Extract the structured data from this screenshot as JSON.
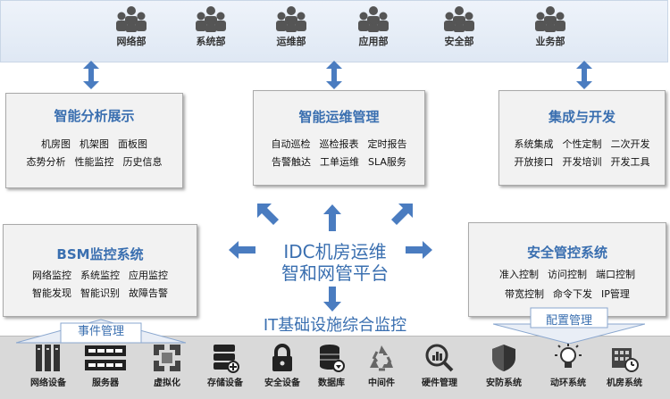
{
  "departments": [
    "网络部",
    "系统部",
    "运维部",
    "应用部",
    "安全部",
    "业务部"
  ],
  "boxes": {
    "analysis": {
      "title": "智能分析展示",
      "rows": [
        [
          "机房图",
          "机架图",
          "面板图"
        ],
        [
          "态势分析",
          "性能监控",
          "历史信息"
        ]
      ]
    },
    "ops": {
      "title": "智能运维管理",
      "rows": [
        [
          "自动巡检",
          "巡检报表",
          "定时报告"
        ],
        [
          "告警触达",
          "工单运维",
          "SLA服务"
        ]
      ]
    },
    "integration": {
      "title": "集成与开发",
      "rows": [
        [
          "系统集成",
          "个性定制",
          "二次开发"
        ],
        [
          "开放接口",
          "开发培训",
          "开发工具"
        ]
      ]
    },
    "bsm": {
      "title": "BSM监控系统",
      "rows": [
        [
          "网络监控",
          "系统监控",
          "应用监控"
        ],
        [
          "智能发现",
          "智能识别",
          "故障告警"
        ]
      ]
    },
    "security": {
      "title": "安全管控系统",
      "rows": [
        [
          "准入控制",
          "访问控制",
          "端口控制"
        ],
        [
          "带宽控制",
          "命令下发",
          "IP管理"
        ]
      ]
    }
  },
  "center": {
    "line1": "IDC机房运维",
    "line2": "智和网管平台"
  },
  "infra_label": "IT基础设施综合监控",
  "banners": {
    "left": "事件管理",
    "right": "配置管理"
  },
  "devices": [
    "网络设备",
    "服务器",
    "虚拟化",
    "存储设备",
    "安全设备",
    "数据库",
    "中间件",
    "硬件管理",
    "安防系统",
    "动环系统",
    "机房系统"
  ],
  "colors": {
    "accent": "#3a6fb0",
    "arrow": "#4a7cc0",
    "people": "#555555"
  }
}
